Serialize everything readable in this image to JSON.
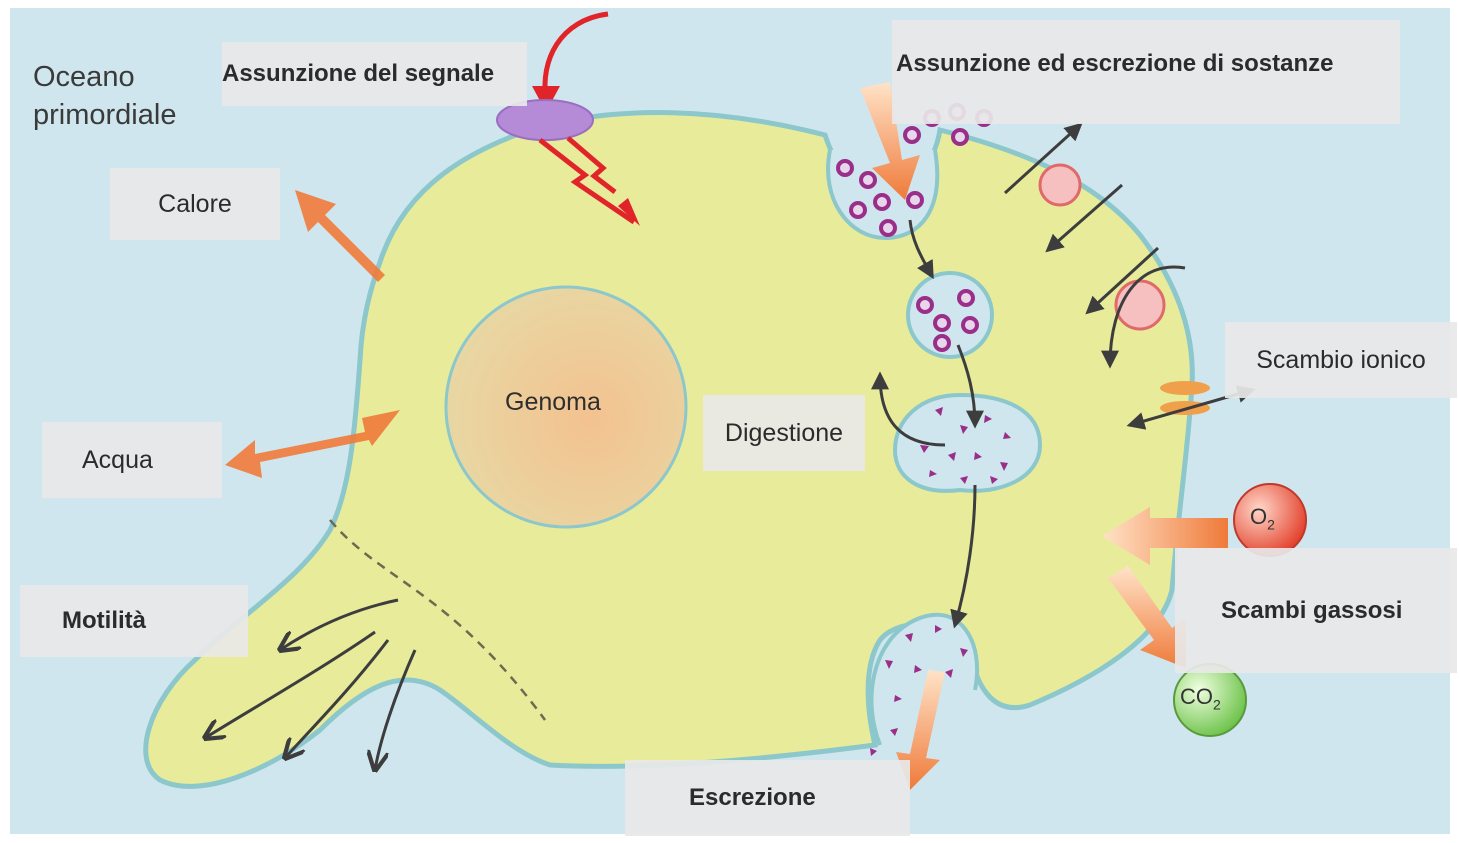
{
  "labels": {
    "ocean_line1": "Oceano",
    "ocean_line2": "primordiale",
    "signal": "Assunzione del segnale",
    "substances": "Assunzione ed escrezione di sostanze",
    "heat": "Calore",
    "genome": "Genoma",
    "digestion": "Digestione",
    "ion_exchange": "Scambio ionico",
    "water": "Acqua",
    "motility": "Motilità",
    "gas_exchange": "Scambi gassosi",
    "excretion": "Escrezione",
    "o2_symbol": "O",
    "o2_sub": "2",
    "co2_symbol": "CO",
    "co2_sub": "2"
  },
  "colors": {
    "ocean": "#cfe6ee",
    "cytoplasm": "#e8eb9a",
    "membrane": "#8cc7cc",
    "arrow_orange": "#ef7a3a",
    "signal_red": "#e0242a",
    "vesicle_dot": "#9a2f8a",
    "label_bg": "#e8e8e8"
  }
}
